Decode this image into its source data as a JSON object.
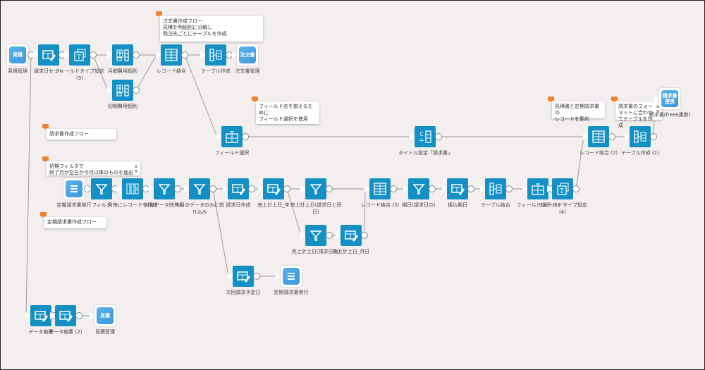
{
  "canvas": {
    "background": "#f3efee",
    "node_color": "#1590c4",
    "io_color": "#3c97dc",
    "note_tag_color": "#f08030"
  },
  "notes": [
    {
      "id": "n1",
      "text": "注文書作成フロー\n見積を明細別に分解し\n発注先ごとにテーブルを作成"
    },
    {
      "id": "n2",
      "text": "請求書作成フロー"
    },
    {
      "id": "n3",
      "text": "初期フィルタで\n終了月が空白か今月以降のものを抽出"
    },
    {
      "id": "n4",
      "text": "定期請求書作成フロー"
    },
    {
      "id": "n5",
      "text": "フィールド名を揃えるために\nフィールド選択を使用"
    },
    {
      "id": "n6",
      "text": "見積書と定期請求書の\nレコードを集約"
    },
    {
      "id": "n7",
      "text": "請求書のフォーマットに合わせてテーブルを作成"
    }
  ],
  "nodes": [
    {
      "id": "mitsumori1",
      "label": "見積管理",
      "icon": "app-icon",
      "app_text": "見積"
    },
    {
      "id": "seikyubi",
      "label": "請求日セット",
      "icon": "edit-table-icon"
    },
    {
      "id": "fieldtype3",
      "label": "フィールドタイプ設定 (3)",
      "icon": "text-type-icon"
    },
    {
      "id": "getsugaku",
      "label": "月額費用個別",
      "icon": "table-split-icon"
    },
    {
      "id": "shoki",
      "label": "初期費用個別",
      "icon": "table-split-icon"
    },
    {
      "id": "record_ketsugo",
      "label": "レコード結合",
      "icon": "record-join-icon"
    },
    {
      "id": "table_sakusei",
      "label": "テーブル作成",
      "icon": "table-create-icon"
    },
    {
      "id": "chumonsho",
      "label": "注文書管理",
      "icon": "app-icon",
      "app_text": "注文書"
    },
    {
      "id": "field_sentaku",
      "label": "フィールド選択",
      "icon": "field-select-icon"
    },
    {
      "id": "title_settei",
      "label": "タイトル設定「請求書」",
      "icon": "column-add-icon"
    },
    {
      "id": "record_ketsugo2",
      "label": "レコード結合 (2)",
      "icon": "record-join-icon"
    },
    {
      "id": "table_sakusei2",
      "label": "テーブル作成 (2)",
      "icon": "table-create-icon"
    },
    {
      "id": "seikyusho_free",
      "label": "請求書(freee連携)",
      "icon": "app-icon",
      "app_text": "請求書\n連携"
    },
    {
      "id": "teiki_hakko1",
      "label": "定期請求書発行",
      "icon": "list-app-icon"
    },
    {
      "id": "filter",
      "label": "フィルタ",
      "icon": "filter-icon"
    },
    {
      "id": "tsukigoto",
      "label": "月毎にレコードを作成",
      "icon": "split-records-icon"
    },
    {
      "id": "keiyaku_jogai",
      "label": "対象データ除外用",
      "icon": "filter-icon"
    },
    {
      "id": "kongetsu",
      "label": "今月のデータのみに絞り込み",
      "icon": "filter-icon"
    },
    {
      "id": "seikyubi_sakusei",
      "label": "請求日作成",
      "icon": "edit-table-icon"
    },
    {
      "id": "uriage_nen",
      "label": "売上計上日_年",
      "icon": "edit-table-icon"
    },
    {
      "id": "uriage_doujitsu",
      "label": "売上計上日(請求日と同日)",
      "icon": "filter-icon"
    },
    {
      "id": "uriage_igo",
      "label": "売上計上日(請求日の)",
      "icon": "filter-icon"
    },
    {
      "id": "uriage_tsuki",
      "label": "売上計上日_月日",
      "icon": "edit-table-icon"
    },
    {
      "id": "record_ketsugo3",
      "label": "レコード結合 (3)",
      "icon": "record-join-icon"
    },
    {
      "id": "kigen",
      "label": "期日(請求日の)",
      "icon": "filter-icon"
    },
    {
      "id": "furikomi",
      "label": "振込期日",
      "icon": "edit-table-icon"
    },
    {
      "id": "table_bunkatsu",
      "label": "テーブル結合",
      "icon": "table-create-icon"
    },
    {
      "id": "field_sentaku3",
      "label": "フィールド選択 (3)",
      "icon": "field-select-icon"
    },
    {
      "id": "fieldtype4",
      "label": "フィールドタイプ設定 (4)",
      "icon": "text-type-icon"
    },
    {
      "id": "jikai",
      "label": "次回請求予定日",
      "icon": "edit-table-icon"
    },
    {
      "id": "teiki_hakko2",
      "label": "定期請求書発行",
      "icon": "list-app-icon"
    },
    {
      "id": "data_henshu",
      "label": "データ編集",
      "icon": "edit-table-icon"
    },
    {
      "id": "data_henshu2",
      "label": "データ編集 (2)",
      "icon": "edit-table-icon"
    },
    {
      "id": "mitsumori2",
      "label": "見積管理",
      "icon": "app-icon",
      "app_text": "見積"
    }
  ]
}
